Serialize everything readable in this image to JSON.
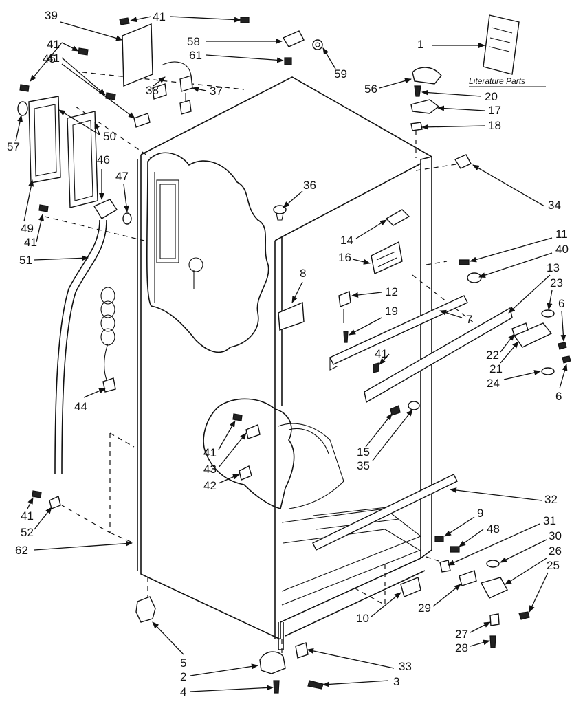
{
  "literature_caption": "Literature Parts",
  "callouts": [
    "1",
    "2",
    "3",
    "4",
    "5",
    "6",
    "6",
    "7",
    "8",
    "9",
    "10",
    "11",
    "12",
    "13",
    "14",
    "15",
    "16",
    "17",
    "18",
    "19",
    "20",
    "21",
    "22",
    "23",
    "24",
    "25",
    "26",
    "27",
    "28",
    "29",
    "30",
    "31",
    "32",
    "33",
    "34",
    "35",
    "36",
    "37",
    "38",
    "39",
    "40",
    "41",
    "41",
    "41",
    "41",
    "41",
    "41",
    "41",
    "41",
    "42",
    "43",
    "44",
    "45",
    "46",
    "47",
    "48",
    "49",
    "50",
    "51",
    "52",
    "56",
    "57",
    "58",
    "59",
    "61",
    "62"
  ]
}
